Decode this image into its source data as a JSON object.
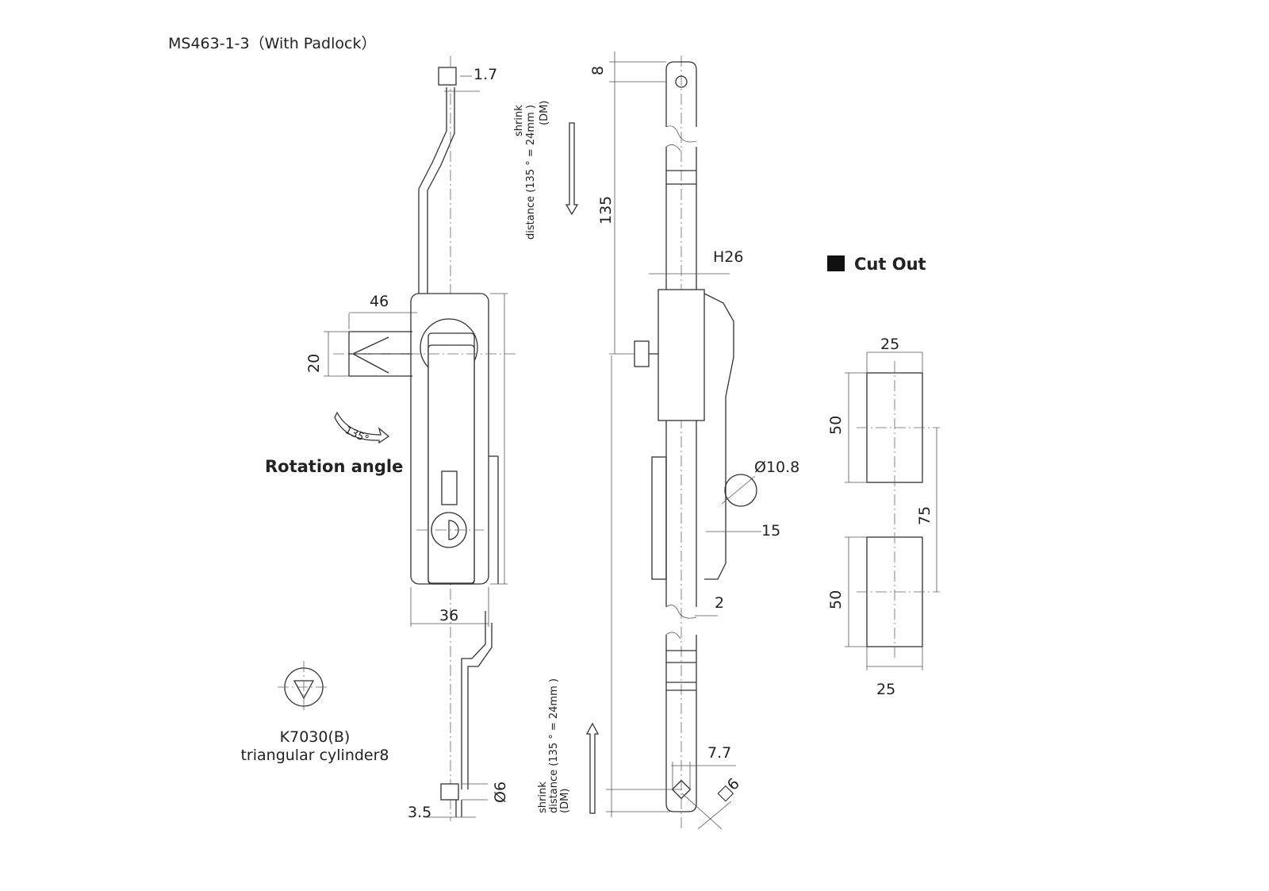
{
  "title": "MS463-1-3（With Padlock）",
  "front_view": {
    "dim_top_bolt": "1.7",
    "dim_handle_length": "46",
    "dim_handle_height": "20",
    "dim_body_width": "36",
    "dim_bottom_bolt_dia": "Ø6",
    "dim_bottom_offset": "3.5",
    "rotation_degrees": "135°",
    "rotation_label": "Rotation angle",
    "cylinder_code": "K7030(B)",
    "cylinder_desc": "triangular cylinder8"
  },
  "side_view": {
    "dim_top": "8",
    "dim_length": "135",
    "dim_height": "H26",
    "dim_knob_dia": "Ø10.8",
    "dim_knob_offset": "15",
    "dim_gap": "2",
    "dim_rod_width": "7.7",
    "dim_square": "□6",
    "shrink_top": {
      "line1": "shrink",
      "line2": "distance (135 ° = 24mm )",
      "line3": "(DM)"
    },
    "shrink_bottom": {
      "line1": "shrink",
      "line2": "distance (135 ° = 24mm )",
      "line3": "(DM)"
    }
  },
  "cut_out": {
    "label": "Cut Out",
    "top_width": "25",
    "top_height": "50",
    "spacing": "75",
    "bottom_height": "50",
    "bottom_width": "25"
  }
}
